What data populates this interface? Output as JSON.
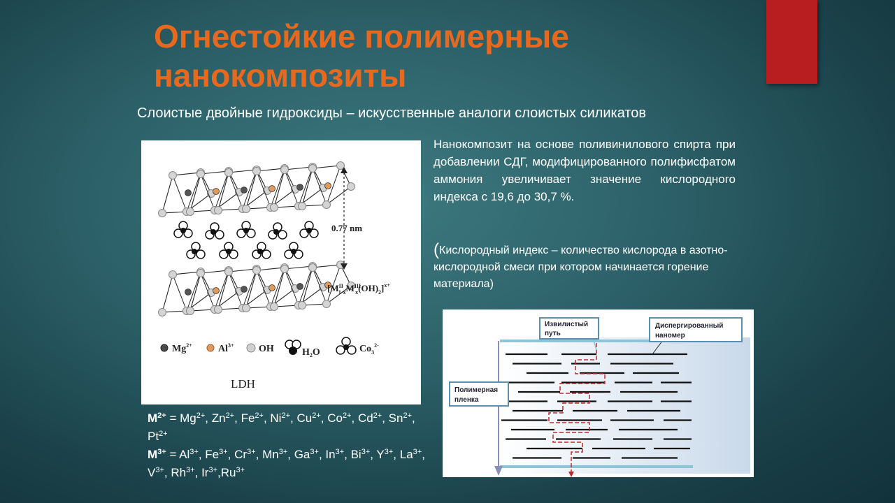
{
  "slide": {
    "title": "Огнестойкие полимерные нанокомпозиты",
    "subtitle": "Слоистые двойные гидроксиды – искусственные аналоги слоистых силикатов",
    "colors": {
      "title": "#e8691e",
      "accent": "#b81d1f",
      "background": "#2c6068",
      "text": "#ffffff"
    }
  },
  "ldh_figure": {
    "spacing_label": "0.77 nm",
    "formula": {
      "base": "[M",
      "m2_sup": "II",
      "m2_sub": "1-x",
      "m3": "M",
      "m3_sup": "III",
      "m3_sub": "x",
      "tail": "(OH)",
      "tail_sub": "2",
      "close": "]",
      "charge": "x+"
    },
    "caption": "LDH",
    "legend": [
      {
        "label": "Mg",
        "sup": "2+",
        "icon": "dark-sphere-icon",
        "color": "#555555"
      },
      {
        "label": "Al",
        "sup": "3+",
        "icon": "orange-sphere-icon",
        "color": "#e09a5c"
      },
      {
        "label": "OH",
        "sup": "",
        "icon": "grey-sphere-icon",
        "color": "#cccccc"
      },
      {
        "label": "H",
        "sub": "2",
        "tail": "O",
        "icon": "water-molecule-icon"
      },
      {
        "label": "Co",
        "sub": "3",
        "sup": "2-",
        "icon": "carbonate-ion-icon"
      }
    ]
  },
  "metals": {
    "m2_label": "M",
    "m2_sup": "2+",
    "m2_ions": [
      {
        "el": "Mg",
        "ch": "2+"
      },
      {
        "el": "Zn",
        "ch": "2+"
      },
      {
        "el": "Fe",
        "ch": "2+"
      },
      {
        "el": "Ni",
        "ch": "2+"
      },
      {
        "el": "Cu",
        "ch": "2+"
      },
      {
        "el": "Co",
        "ch": "2+"
      },
      {
        "el": "Cd",
        "ch": "2+"
      },
      {
        "el": "Sn",
        "ch": "2+"
      },
      {
        "el": "Pt",
        "ch": "2+"
      }
    ],
    "m3_label": "M",
    "m3_sup": "3+",
    "m3_ions": [
      {
        "el": "Al",
        "ch": "3+"
      },
      {
        "el": "Fe",
        "ch": "3+"
      },
      {
        "el": "Cr",
        "ch": "3+"
      },
      {
        "el": "Mn",
        "ch": "3+"
      },
      {
        "el": "Ga",
        "ch": "3+"
      },
      {
        "el": "In",
        "ch": "3+"
      },
      {
        "el": "Bi",
        "ch": "3+"
      },
      {
        "el": "Y",
        "ch": "3+"
      },
      {
        "el": "La",
        "ch": "3+"
      },
      {
        "el": "V",
        "ch": "3+"
      },
      {
        "el": "Rh",
        "ch": "3+"
      },
      {
        "el": "Ir",
        "ch": "3+"
      },
      {
        "el": "Ru",
        "ch": "3+"
      }
    ]
  },
  "description": "Нанокомпозит на основе поливинилового спирта при добавлении СДГ, модифицированного полифисфатом аммония увеличивает значение кислородного индекса с 19,6 до 30,7 %.",
  "note": {
    "open": "(",
    "text": "Кислородный индекс – количество кислорода в азотно-кислородной смеси при котором начинается горение материала)"
  },
  "path_figure": {
    "label_tortuous_line1": "Извилистый",
    "label_tortuous_line2": "путь",
    "label_dispersed_line1": "Диспергированный",
    "label_dispersed_line2": "наномер",
    "label_film_line1": "Полимерная",
    "label_film_line2": "пленка",
    "colors": {
      "path": "#c0282c",
      "film": "#8cc4d8",
      "nanomer": "#111111",
      "box_border": "#5a8fb0"
    }
  }
}
